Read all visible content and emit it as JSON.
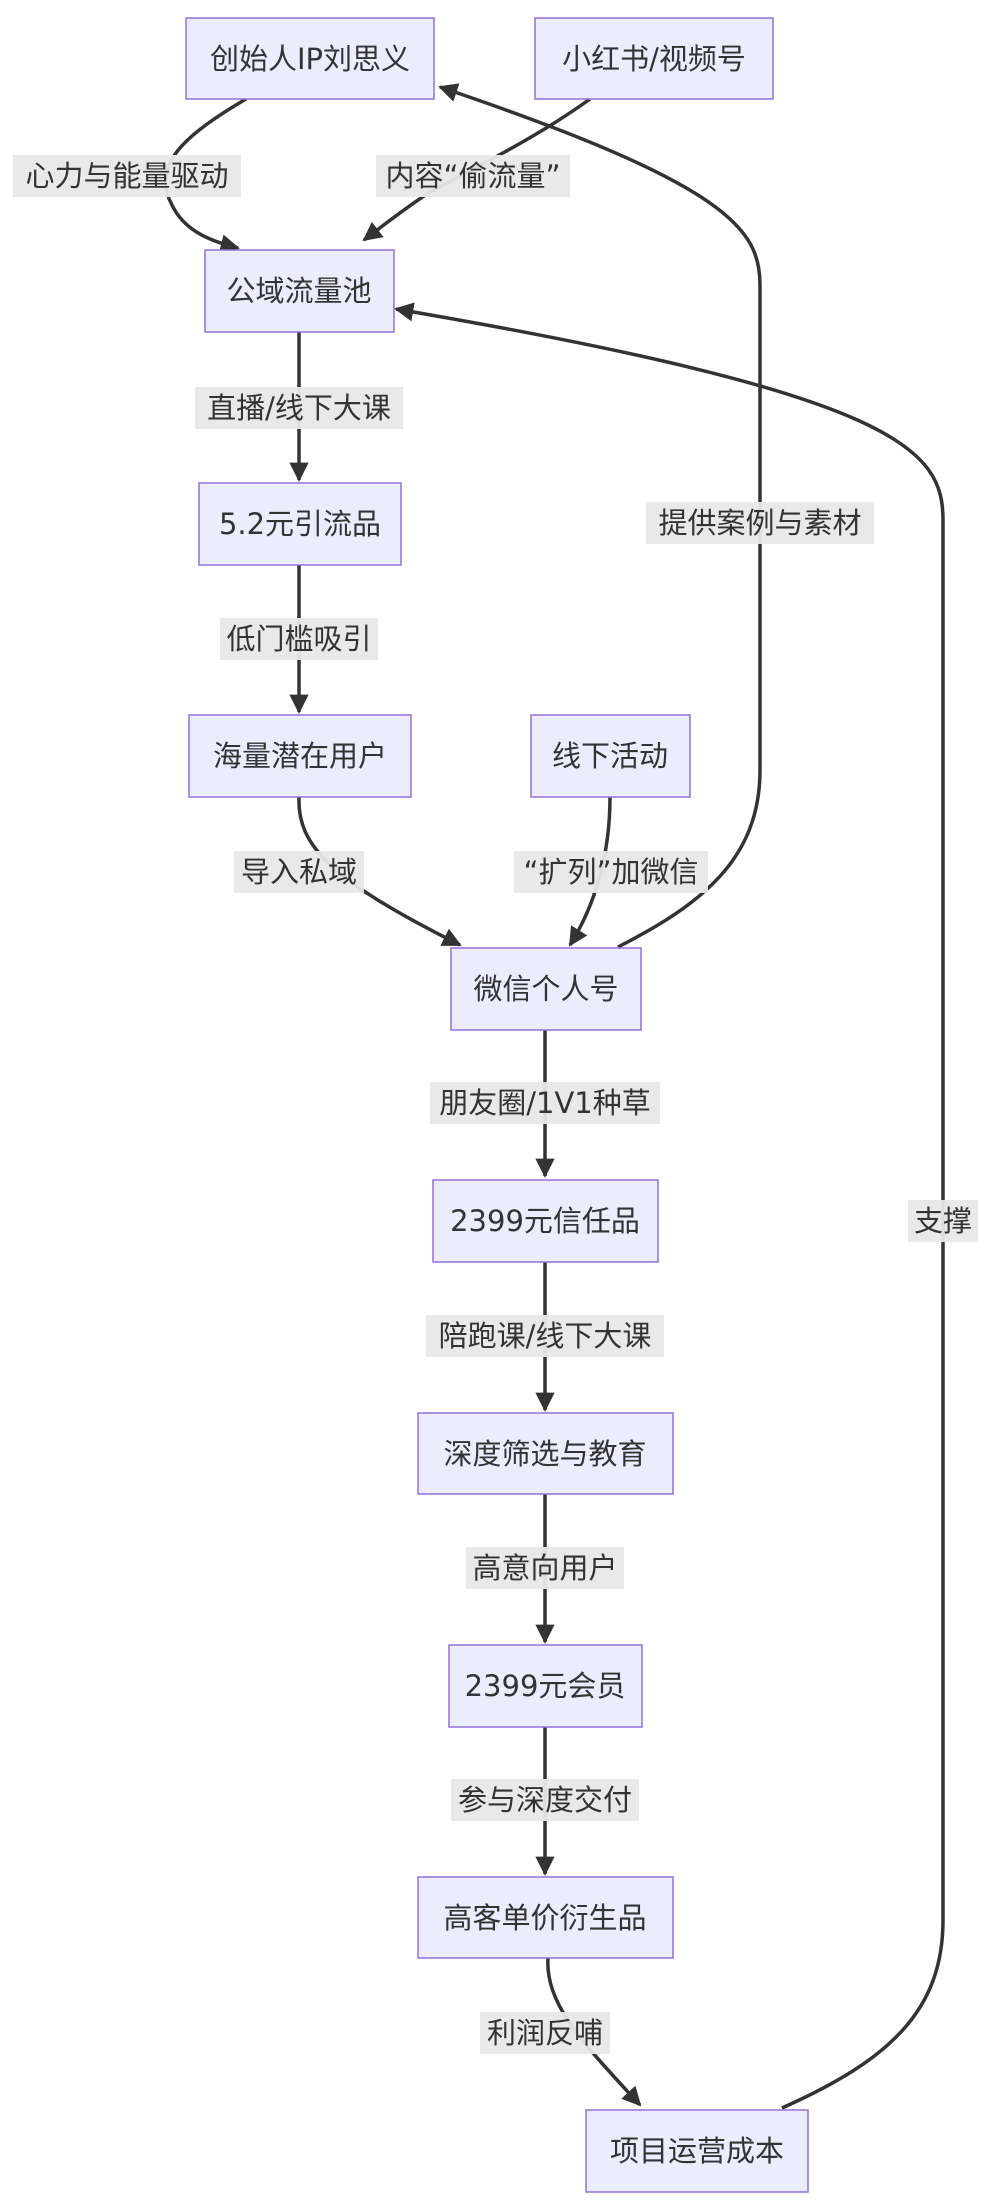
{
  "diagram": {
    "nodes": {
      "founder": "创始人IP刘思义",
      "xhs": "小红书/视频号",
      "public_pool": "公域流量池",
      "lead_product": "5.2元引流品",
      "potential_users": "海量潜在用户",
      "offline_event": "线下活动",
      "wechat": "微信个人号",
      "trust_product": "2399元信任品",
      "screening": "深度筛选与教育",
      "member": "2399元会员",
      "derivative": "高客单价衍生品",
      "operating_cost": "项目运营成本"
    },
    "edges": {
      "founder_to_pool": "心力与能量驱动",
      "xhs_to_pool": "内容“偷流量”",
      "pool_to_lead": "直播/线下大课",
      "lead_to_users": "低门槛吸引",
      "users_to_wechat": "导入私域",
      "event_to_wechat": "“扩列”加微信",
      "wechat_to_founder": "提供案例与素材",
      "wechat_to_trust": "朋友圈/1V1种草",
      "trust_to_screening": "陪跑课/线下大课",
      "screening_to_member": "高意向用户",
      "member_to_derivative": "参与深度交付",
      "derivative_to_cost": "利润反哺",
      "cost_to_pool": "支撑"
    }
  }
}
